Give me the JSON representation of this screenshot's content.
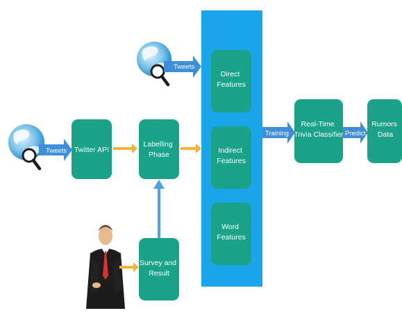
{
  "nodes": {
    "twitter_api": {
      "lines": [
        "Twitter API"
      ]
    },
    "labelling_phase": {
      "lines": [
        "Labelling",
        "Phase"
      ]
    },
    "survey_result": {
      "lines": [
        "Survey and",
        "Result"
      ]
    },
    "direct_features": {
      "lines": [
        "Direct",
        "Features"
      ]
    },
    "indirect_features": {
      "lines": [
        "Indirect",
        "Features"
      ]
    },
    "word_features": {
      "lines": [
        "Word",
        "Features"
      ]
    },
    "classifier": {
      "lines": [
        "Real-Time",
        "Trivia Classifier"
      ]
    },
    "rumors_data": {
      "lines": [
        "Rumors",
        "Data"
      ]
    }
  },
  "edges": {
    "tweets_top": "Tweets",
    "tweets_left": "Tweets",
    "training": "Training",
    "predict": "Predict"
  },
  "colors": {
    "node_fill": "#1aa388",
    "panel_fill": "#1aa6ea",
    "arrow_blue": "#3f8fd8",
    "arrow_orange": "#f6b23a",
    "text": "#ffffff"
  },
  "icons": [
    "globe-search-icon",
    "businessman-icon"
  ]
}
